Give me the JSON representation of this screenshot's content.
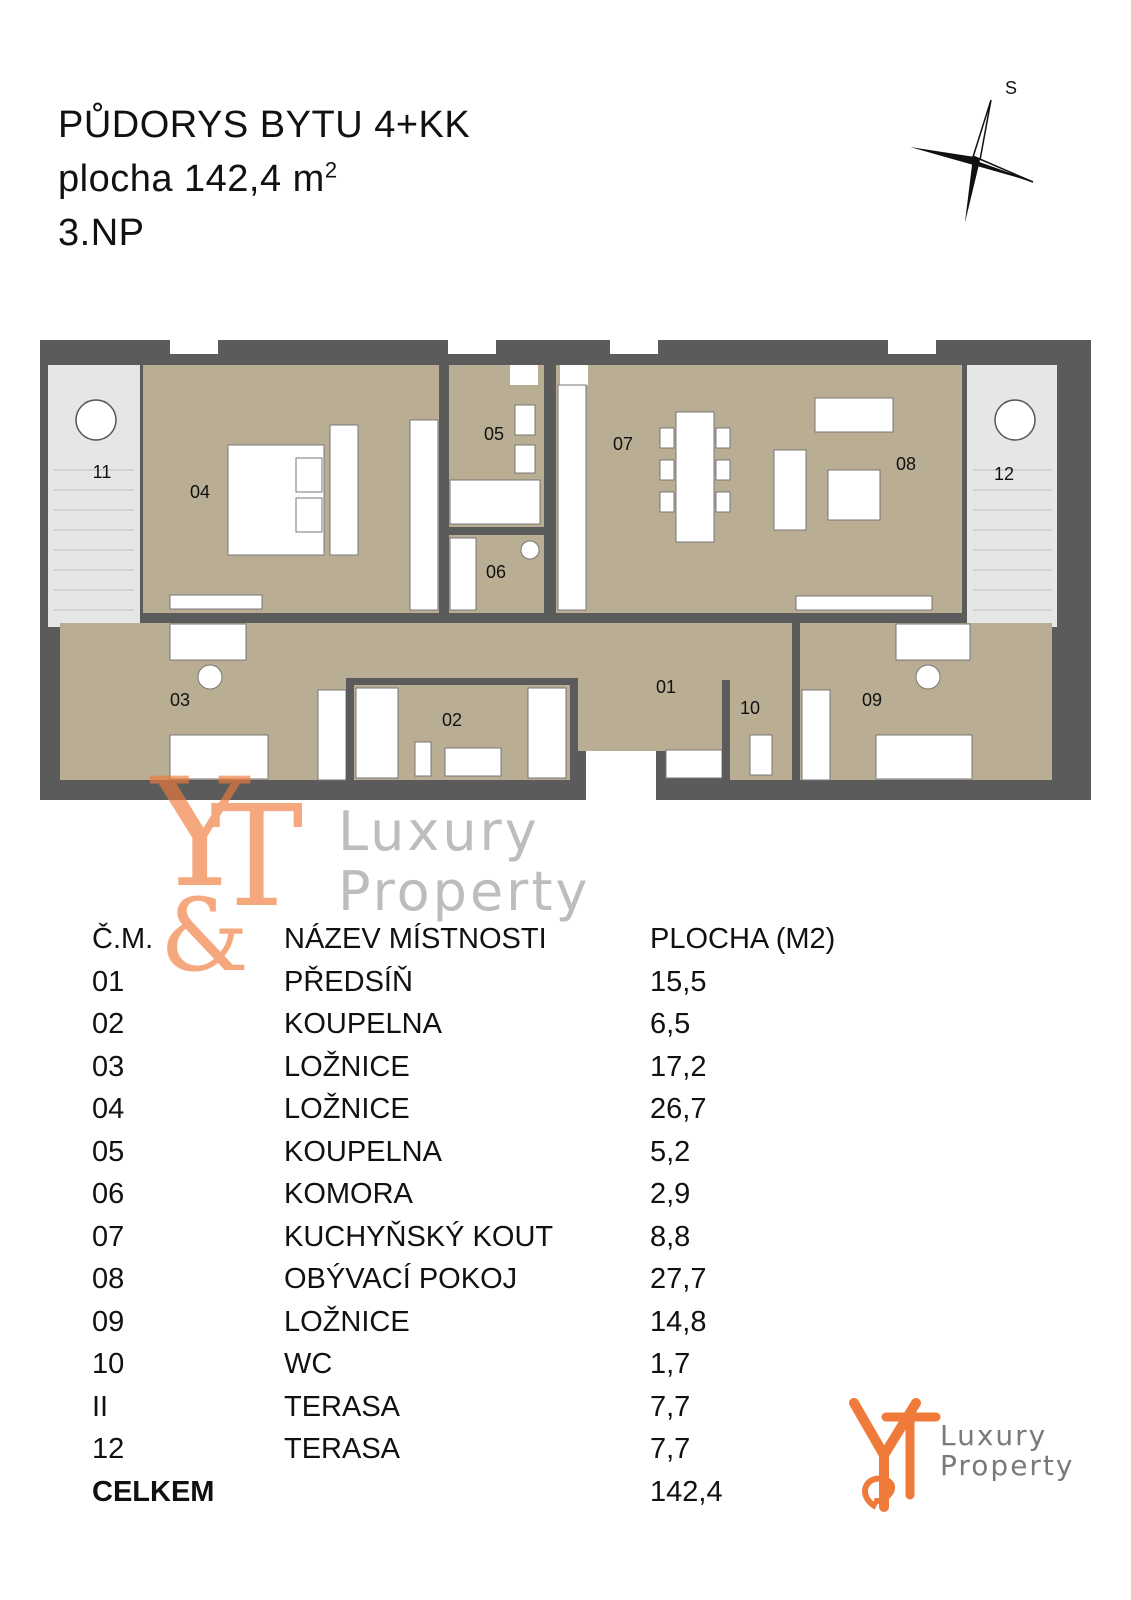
{
  "title": {
    "line1": "PŮDORYS BYTU 4+KK",
    "line2": "plocha 142,4 m",
    "line2_sup": "2",
    "line3": "3.NP"
  },
  "compass": {
    "label": "S"
  },
  "plan": {
    "room_labels": [
      "01",
      "02",
      "03",
      "04",
      "05",
      "06",
      "07",
      "08",
      "09",
      "10",
      "11",
      "12"
    ],
    "colors": {
      "room": "#b9ad93",
      "terrace": "#e6e6e6",
      "wall": "#5b5b5b",
      "furniture": "#ffffff"
    }
  },
  "watermark": {
    "brand_line1": "Luxury",
    "brand_line2": "Property",
    "mark_top": "Y",
    "mark_mid": "T",
    "mark_amp": "&",
    "color": "#f07a3a"
  },
  "table": {
    "headers": [
      "Č.M.",
      "NÁZEV MÍSTNOSTI",
      "PLOCHA (M2)"
    ],
    "rows": [
      [
        "01",
        "PŘEDSÍŇ",
        "15,5"
      ],
      [
        "02",
        "KOUPELNA",
        "6,5"
      ],
      [
        "03",
        "LOŽNICE",
        "17,2"
      ],
      [
        "04",
        "LOŽNICE",
        "26,7"
      ],
      [
        "05",
        "KOUPELNA",
        "5,2"
      ],
      [
        "06",
        "KOMORA",
        "2,9"
      ],
      [
        "07",
        "KUCHYŇSKÝ KOUT",
        "8,8"
      ],
      [
        "08",
        "OBÝVACÍ POKOJ",
        "27,7"
      ],
      [
        "09",
        "LOŽNICE",
        "14,8"
      ],
      [
        "10",
        "WC",
        "1,7"
      ],
      [
        "II",
        "TERASA",
        "7,7"
      ],
      [
        "12",
        "TERASA",
        "7,7"
      ]
    ],
    "total": [
      "CELKEM",
      "",
      "142,4"
    ]
  },
  "logo": {
    "line1": "Luxury",
    "line2": "Property"
  }
}
